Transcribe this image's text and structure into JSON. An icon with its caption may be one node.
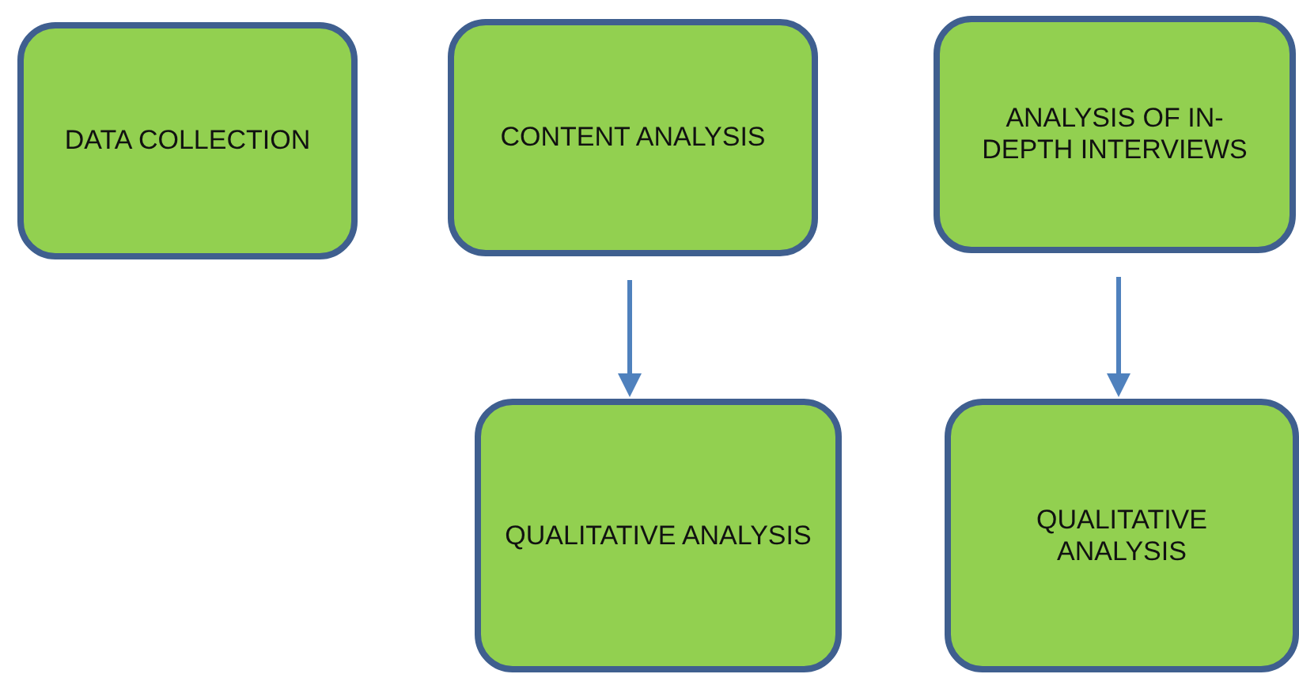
{
  "diagram": {
    "nodes": [
      {
        "text": [
          "DATA COLLECTION"
        ]
      },
      {
        "text": [
          "CONTENT ANALYSIS"
        ]
      },
      {
        "text": [
          "ANALYSIS OF IN-DEPTH INTERVIEWS"
        ]
      },
      {
        "text": [
          "QUALITATIVE ANALYSIS"
        ]
      },
      {
        "text": [
          "QUALITATIVE ANALYSIS"
        ]
      }
    ],
    "edges": [
      {
        "from": 1,
        "to": 3,
        "arrow": "to"
      },
      {
        "from": 2,
        "to": 4,
        "arrow": "to"
      }
    ]
  }
}
